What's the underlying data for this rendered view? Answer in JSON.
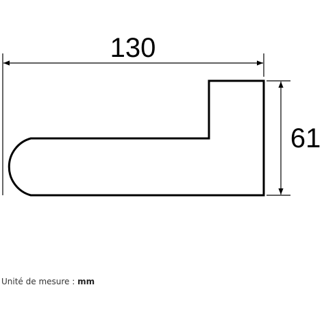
{
  "dimensions": {
    "width_label": "130",
    "height_label": "61"
  },
  "caption": {
    "label": "Unité de mesure :",
    "unit": "mm"
  },
  "colors": {
    "line": "#000000",
    "background": "#ffffff"
  }
}
